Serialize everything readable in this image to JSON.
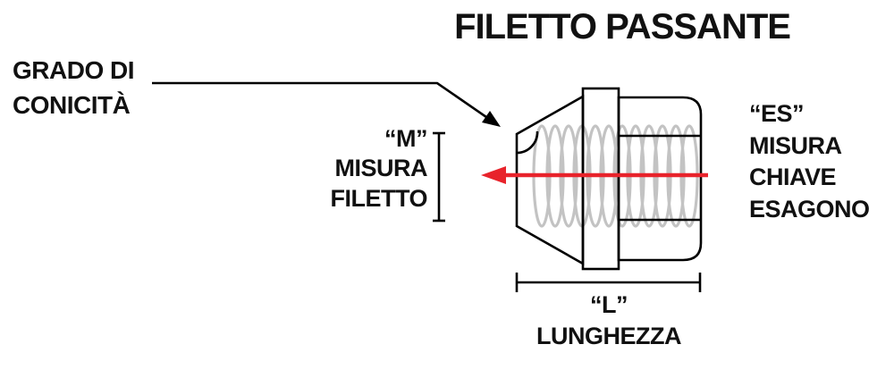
{
  "title": "FILETTO PASSANTE",
  "labels": {
    "conicity": {
      "line1": "GRADO DI",
      "line2": "CONICITÀ"
    },
    "thread": {
      "line1": "“M”",
      "line2": "MISURA",
      "line3": "FILETTO"
    },
    "hex_key": {
      "line1": "“ES”",
      "line2": "MISURA",
      "line3": "CHIAVE",
      "line4": "ESAGONO"
    },
    "length": {
      "line1": "“L”",
      "line2": "LUNGHEZZA"
    }
  },
  "colors": {
    "text": "#111111",
    "outline": "#000000",
    "red_arrow": "#e8232b",
    "thread_gray": "#c3c3c3"
  }
}
